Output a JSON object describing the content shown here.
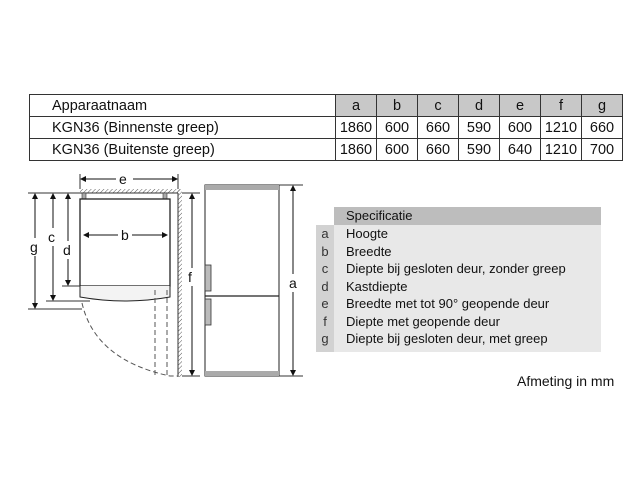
{
  "table": {
    "headers": [
      "Apparaatnaam",
      "a",
      "b",
      "c",
      "d",
      "e",
      "f",
      "g"
    ],
    "rows": [
      [
        "KGN36 (Binnenste greep)",
        "1860",
        "600",
        "660",
        "590",
        "600",
        "1210",
        "660"
      ],
      [
        "KGN36 (Buitenste greep)",
        "1860",
        "600",
        "660",
        "590",
        "640",
        "1210",
        "700"
      ]
    ]
  },
  "diagram_labels": {
    "a": "a",
    "b": "b",
    "c": "c",
    "d": "d",
    "e": "e",
    "f": "f",
    "g": "g"
  },
  "spec": {
    "title": "Specificatie",
    "items": [
      {
        "letter": "a",
        "text": "Hoogte"
      },
      {
        "letter": "b",
        "text": "Breedte"
      },
      {
        "letter": "c",
        "text": "Diepte bij gesloten deur, zonder greep"
      },
      {
        "letter": "d",
        "text": "Kastdiepte"
      },
      {
        "letter": "e",
        "text": "Breedte met tot 90° geopende deur"
      },
      {
        "letter": "f",
        "text": "Diepte met geopende deur"
      },
      {
        "letter": "g",
        "text": "Diepte bij gesloten deur, met greep"
      }
    ]
  },
  "unit_note": "Afmeting in mm"
}
